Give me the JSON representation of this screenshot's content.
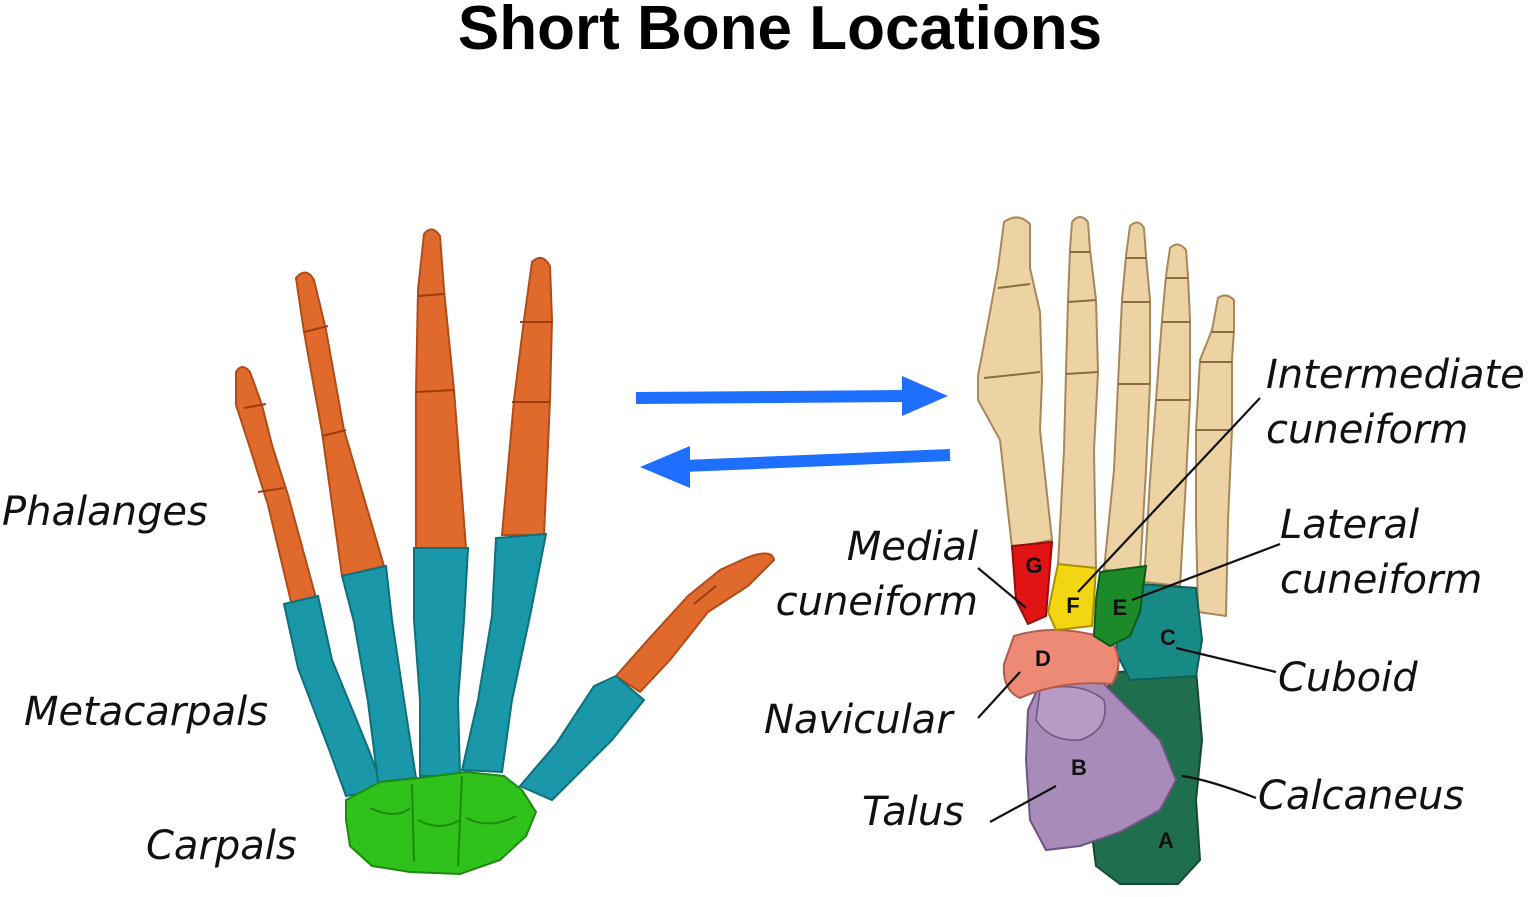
{
  "title": "Short Bone Locations",
  "hand_labels": {
    "phalanges": "Phalanges",
    "metacarpals": "Metacarpals",
    "carpals": "Carpals"
  },
  "foot_labels": {
    "intermediate_cuneiform": [
      "Intermediate",
      "cuneiform"
    ],
    "lateral_cuneiform": [
      "Lateral",
      "cuneiform"
    ],
    "medial_cuneiform": [
      "Medial",
      "cuneiform"
    ],
    "cuboid": "Cuboid",
    "navicular": "Navicular",
    "calcaneus": "Calcaneus",
    "talus": "Talus"
  },
  "bone_letters": {
    "calcaneus": "A",
    "talus": "B",
    "cuboid": "C",
    "navicular": "D",
    "lateral_cuneiform": "E",
    "intermediate_cuneiform": "F",
    "medial_cuneiform": "G"
  },
  "colors": {
    "phalanges": "#e06a2c",
    "metacarpals": "#1a97a8",
    "carpals": "#2fc21a",
    "foot_bone": "#edd3a3",
    "arrow": "#1f6fff",
    "medial_cuneiform": "#e01414",
    "intermediate_cuneiform": "#f2d612",
    "lateral_cuneiform": "#1d8a2a",
    "cuboid": "#178a86",
    "navicular": "#ec8a76",
    "talus": "#a88bb8",
    "calcaneus": "#1f6e4e"
  }
}
